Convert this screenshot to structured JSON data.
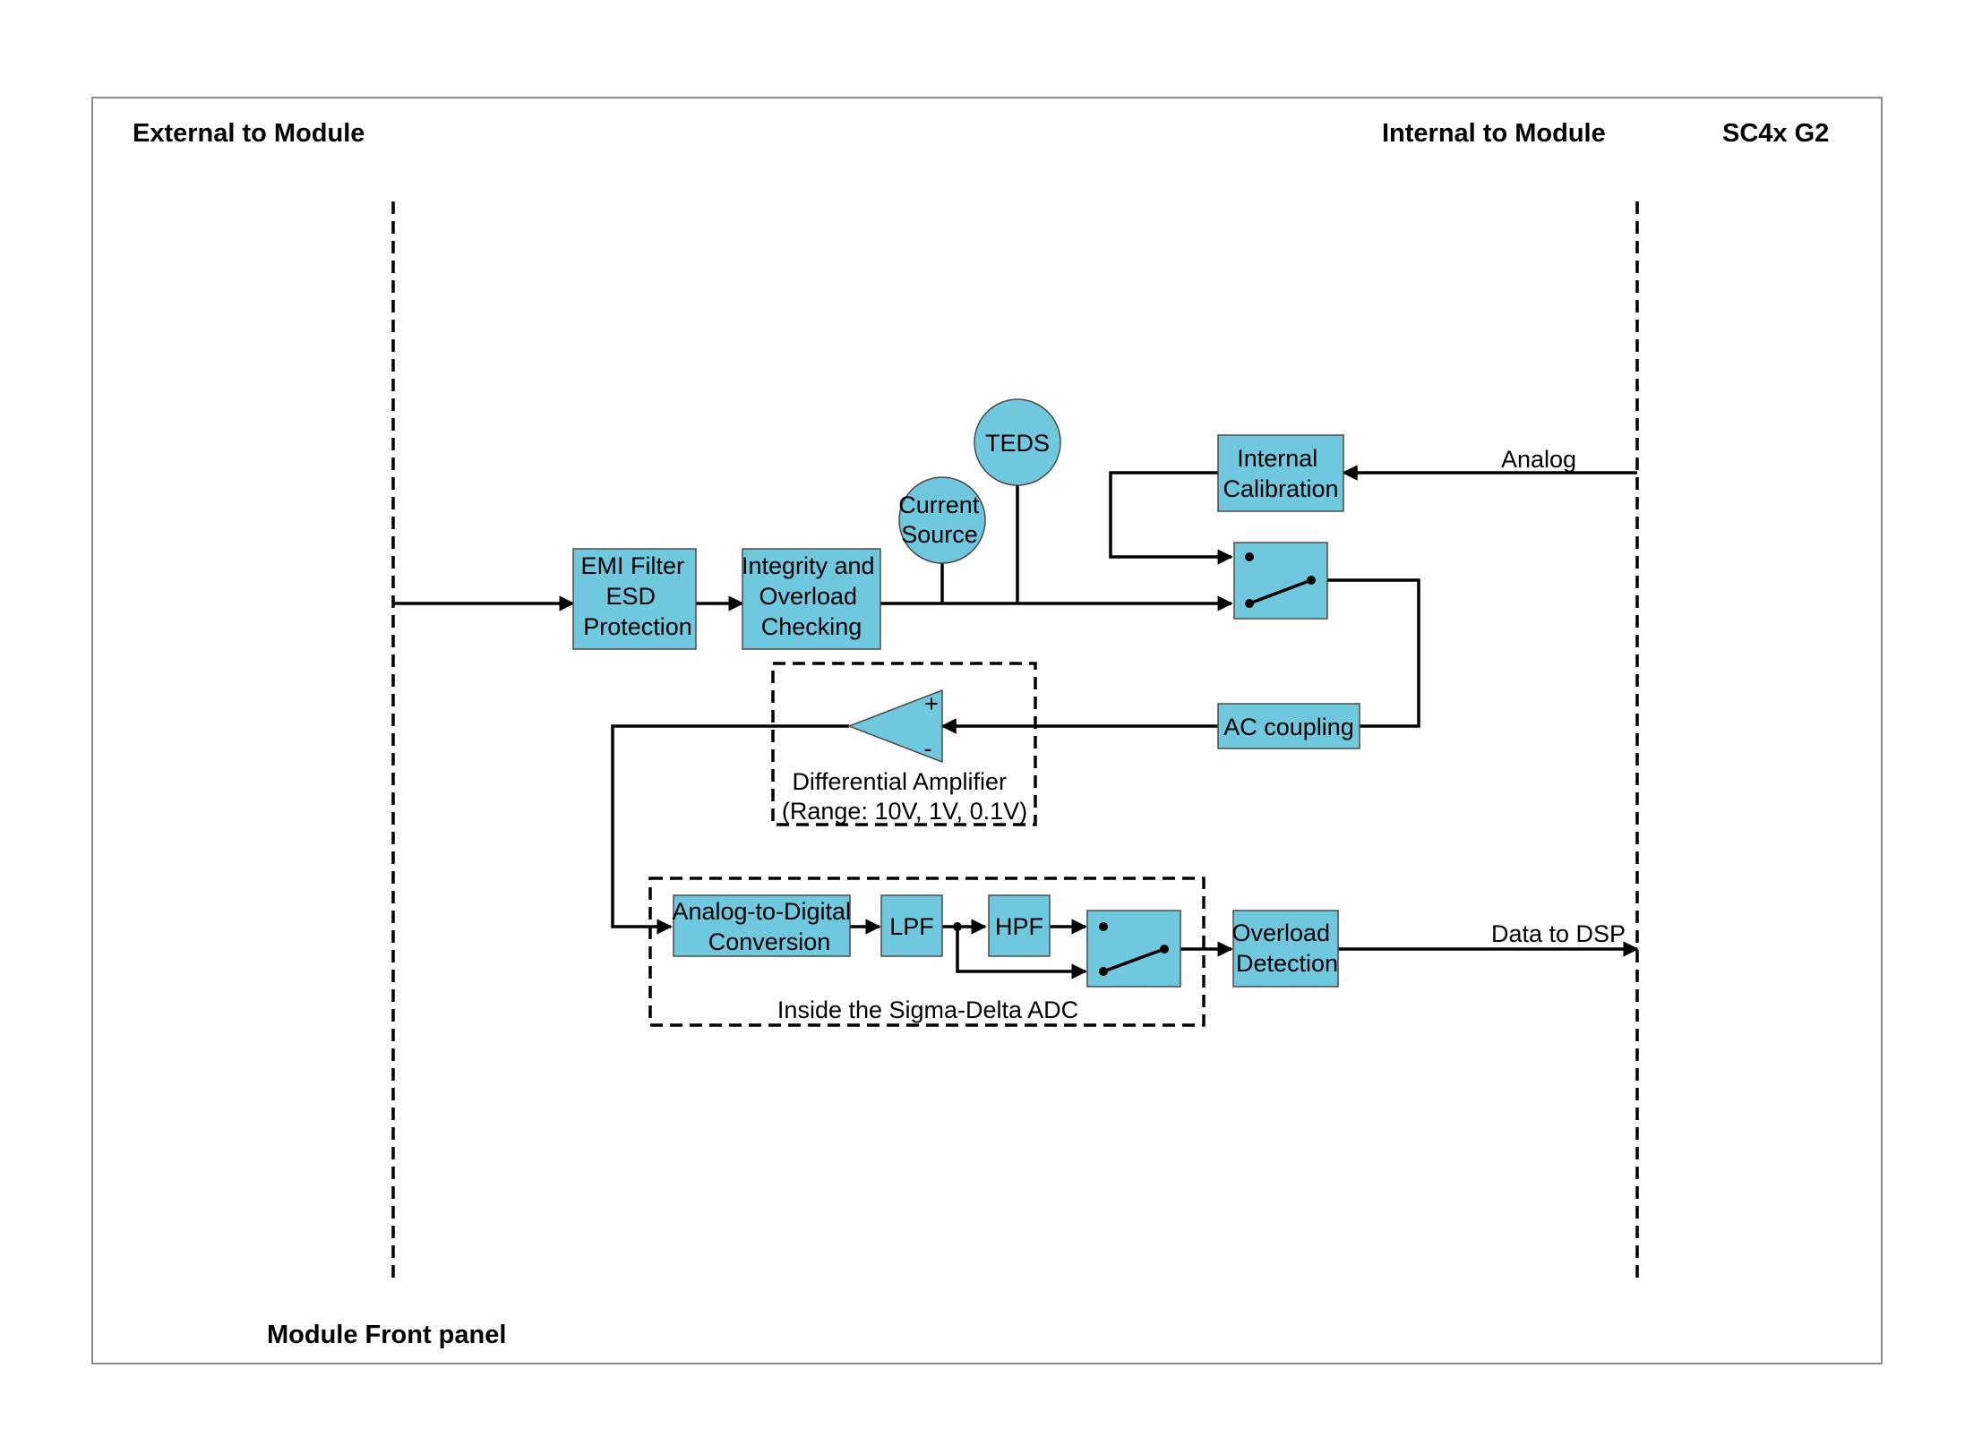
{
  "labels": {
    "external": "External to Module",
    "internal": "Internal to Module",
    "model": "SC4x G2",
    "front_panel": "Module Front panel",
    "analog": "Analog",
    "data_to_dsp": "Data to DSP",
    "sigma_delta": "Inside the Sigma-Delta ADC",
    "diff_amp_line1": "Differential Amplifier",
    "diff_amp_line2": "(Range: 10V, 1V, 0.1V)",
    "plus": "+",
    "minus": "-"
  },
  "blocks": {
    "emi": [
      "EMI Filter",
      "ESD",
      "Protection"
    ],
    "integrity": [
      "Integrity and",
      "Overload",
      "Checking"
    ],
    "current_source": [
      "Current",
      "Source"
    ],
    "teds": [
      "TEDS"
    ],
    "internal_cal": [
      "Internal",
      "Calibration"
    ],
    "ac_coupling": [
      "AC coupling"
    ],
    "adc": [
      "Analog-to-Digital",
      "Conversion"
    ],
    "lpf": [
      "LPF"
    ],
    "hpf": [
      "HPF"
    ],
    "overload": [
      "Overload",
      "Detection"
    ]
  },
  "colors": {
    "block_fill": "#6fc8de",
    "line": "#000000"
  }
}
